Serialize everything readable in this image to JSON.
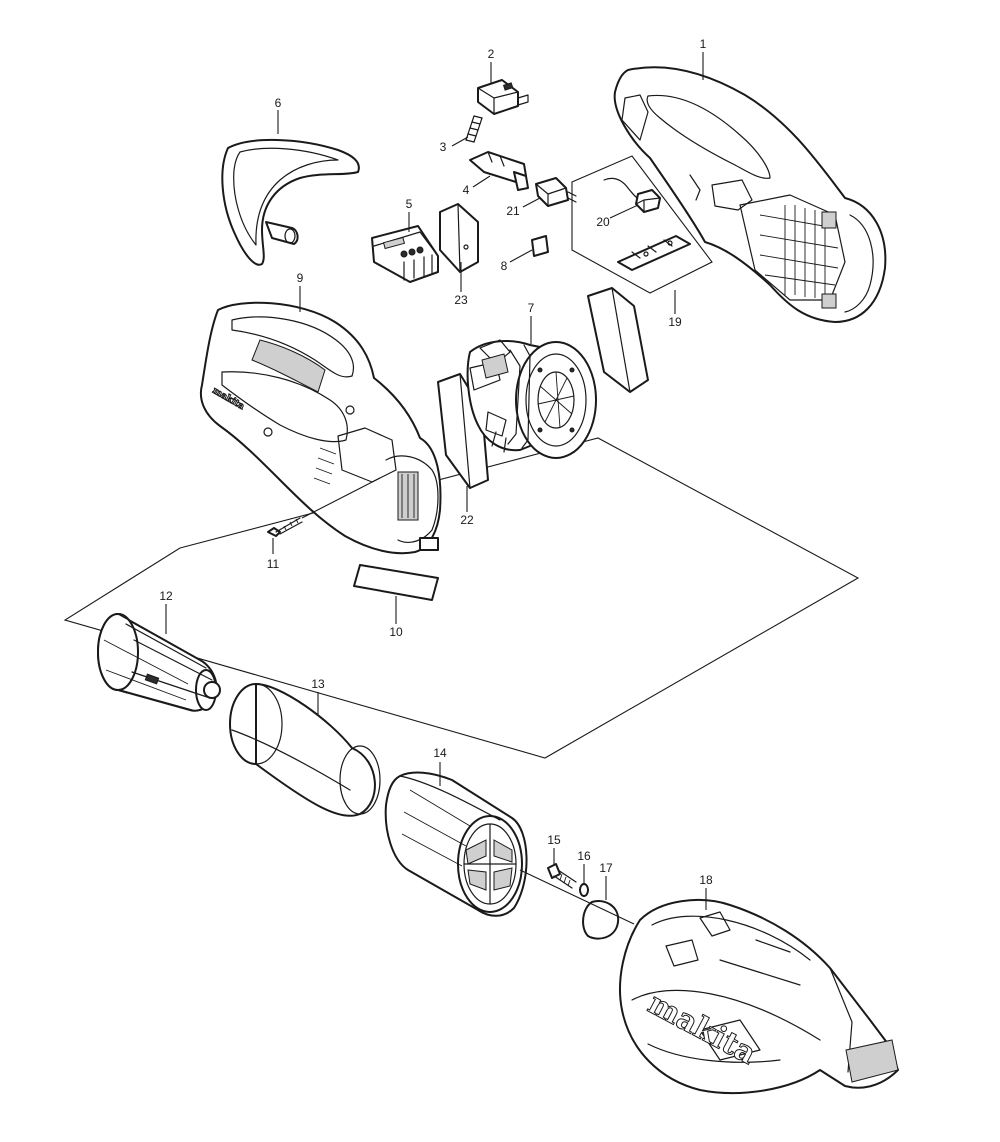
{
  "labels": {
    "p1": "1",
    "p2": "2",
    "p3": "3",
    "p4": "4",
    "p5": "5",
    "p6": "6",
    "p7": "7",
    "p8": "8",
    "p9": "9",
    "p10": "10",
    "p11": "11",
    "p12": "12",
    "p13": "13",
    "p14": "14",
    "p15": "15",
    "p16": "16",
    "p17": "17",
    "p18": "18",
    "p19": "19",
    "p20": "20",
    "p21": "21",
    "p22": "22",
    "p23": "23"
  },
  "branding": {
    "logo_small": "makita",
    "logo_large": "makita"
  }
}
